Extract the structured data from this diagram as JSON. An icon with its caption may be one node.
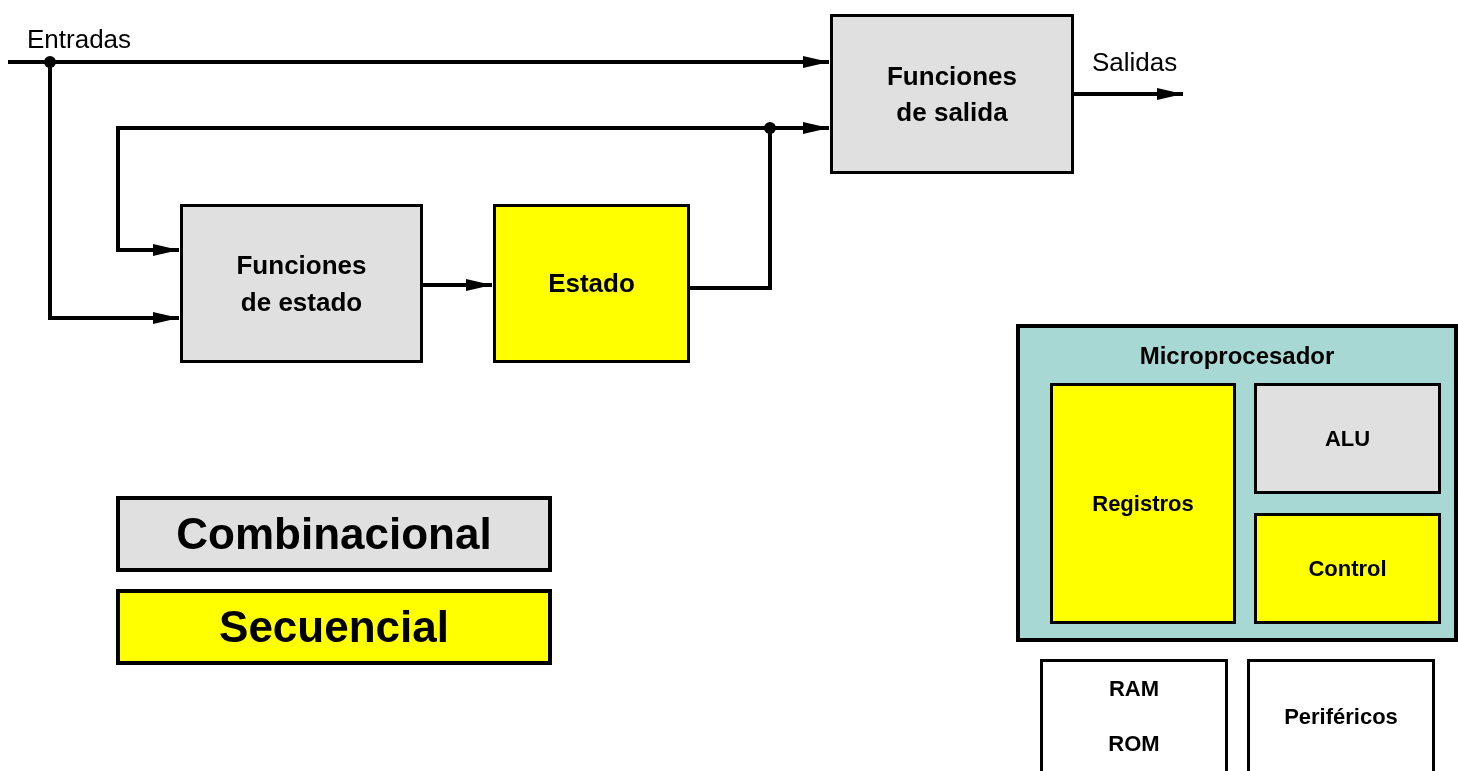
{
  "diagram": {
    "nodes": [
      {
        "text": [
          "Funciones de salida"
        ]
      },
      {
        "text": [
          "Funciones de estado"
        ]
      },
      {
        "text": [
          "Estado"
        ]
      },
      {
        "text": [
          "Microprocesador"
        ]
      },
      {
        "text": [
          "Registros"
        ],
        "in": 3
      },
      {
        "text": [
          "ALU"
        ],
        "in": 3
      },
      {
        "text": [
          "Control"
        ],
        "in": 3
      },
      {
        "text": [
          "RAM",
          "ROM"
        ]
      },
      {
        "text": [
          "Periféricos"
        ]
      }
    ],
    "edges": [
      {
        "from": null,
        "to": 0,
        "arrow": "to",
        "label": "Entradas"
      },
      {
        "from": null,
        "to": 1,
        "arrow": "to"
      },
      {
        "from": 2,
        "to": 0,
        "arrow": "to"
      },
      {
        "from": 2,
        "to": 1,
        "arrow": "to"
      },
      {
        "from": 1,
        "to": 2,
        "arrow": "to"
      },
      {
        "from": 0,
        "to": null,
        "arrow": "to",
        "label": "Salidas"
      }
    ],
    "legend": [
      {
        "text": "Combinacional",
        "color": "#e0e0e0"
      },
      {
        "text": "Secuencial",
        "color": "#ffff00"
      }
    ]
  }
}
